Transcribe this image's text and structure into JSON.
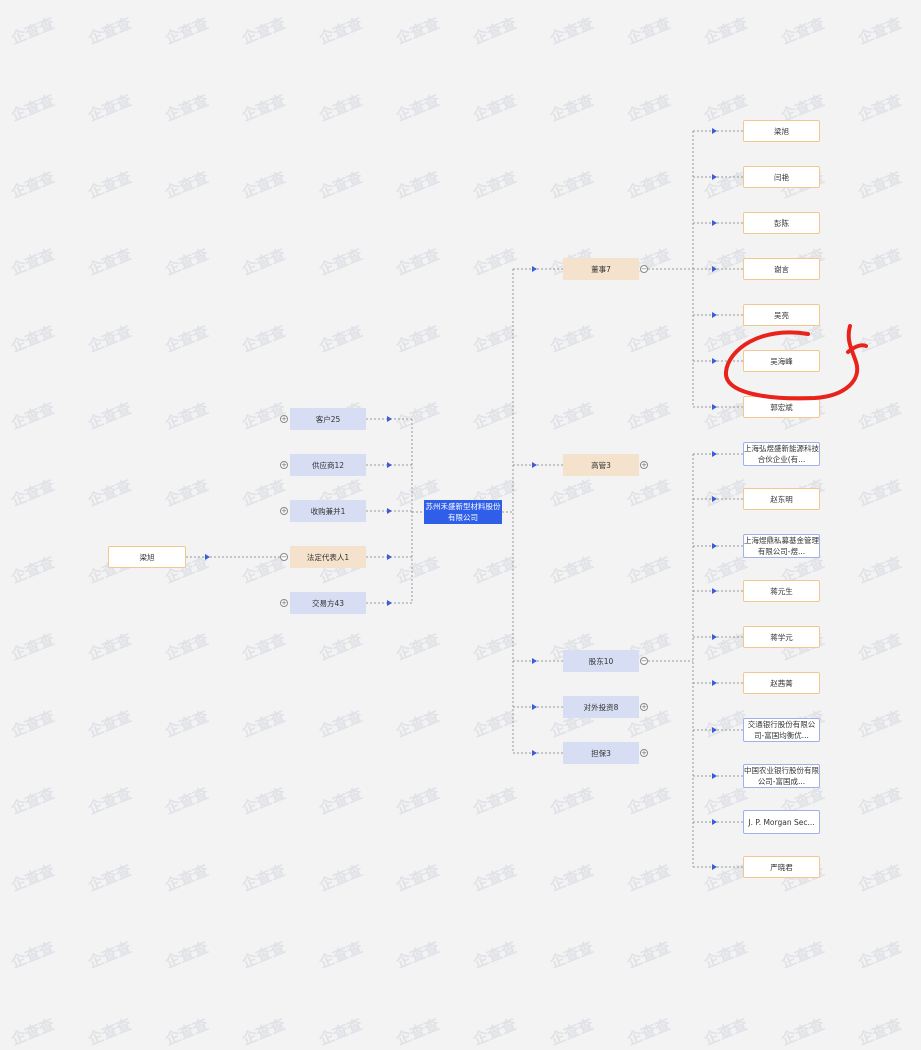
{
  "watermark_text": "企查查",
  "root_person": "梁旭",
  "center_company": "苏州禾盛新型材料股份有限公司",
  "left_categories": [
    {
      "label": "客户25",
      "toggle": "+"
    },
    {
      "label": "供应商12",
      "toggle": "+"
    },
    {
      "label": "收购兼并1",
      "toggle": "+"
    },
    {
      "label": "法定代表人1",
      "toggle": "−"
    },
    {
      "label": "交易方43",
      "toggle": "+"
    }
  ],
  "right_categories": [
    {
      "label": "董事7",
      "toggle": "−"
    },
    {
      "label": "高管3",
      "toggle": "+"
    },
    {
      "label": "股东10",
      "toggle": "−"
    },
    {
      "label": "对外投资8",
      "toggle": "+"
    },
    {
      "label": "担保3",
      "toggle": "+"
    }
  ],
  "directors": [
    "梁旭",
    "闫艳",
    "彭陈",
    "谢言",
    "吴亮",
    "吴海峰",
    "郭宏斌"
  ],
  "shareholders": [
    "上海弘煜盛新能源科技合伙企业(有...",
    "赵东明",
    "上海煜鼎私募基金管理有限公司-煜...",
    "蒋元生",
    "蒋学元",
    "赵茜菁",
    "交通银行股份有限公司-富国均衡优...",
    "中国农业银行股份有限公司-富国成...",
    "J. P. Morgan Sec...",
    "严晓君"
  ],
  "annotation": {
    "type": "hand-drawn circle",
    "color": "#e8231c",
    "target": "吴海峰"
  }
}
